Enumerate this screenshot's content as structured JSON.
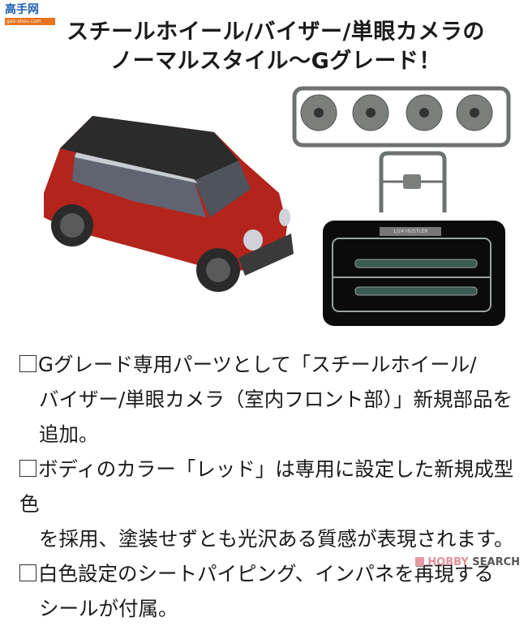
{
  "logo": {
    "name": "高手网",
    "url": "gao-shou.com"
  },
  "headline": {
    "line1": "スチールホイール/バイザー/単眼カメラの",
    "line2": "ノーマルスタイル〜Gグレード！"
  },
  "images": {
    "car": "car-model-red-black-roof",
    "sprue_wheels": "wheel-sprue-four-steel-wheels",
    "sprue_clear": {
      "label": "1/24 HUSTLER"
    }
  },
  "features": [
    {
      "line1": "Gグレード専用パーツとして「スチールホイール/",
      "line2": "バイザー/単眼カメラ（室内フロント部）」新規部品を",
      "line3": "追加。"
    },
    {
      "line1": "ボディのカラー「レッド」は専用に設定した新規成型色",
      "line2": "を採用、塗装せずとも光沢ある質感が表現されます。"
    },
    {
      "line1": "白色設定のシートパイピング、インパネを再現する",
      "line2": "シールが付属。"
    }
  ],
  "watermark": {
    "part1": "HOBBY",
    "part2": " SEARCH"
  },
  "colors": {
    "body_red": "#b3241c",
    "roof": "#2a2a2a",
    "sprue_gray": "#6d726e",
    "accent_blue": "#1d5fb5"
  }
}
